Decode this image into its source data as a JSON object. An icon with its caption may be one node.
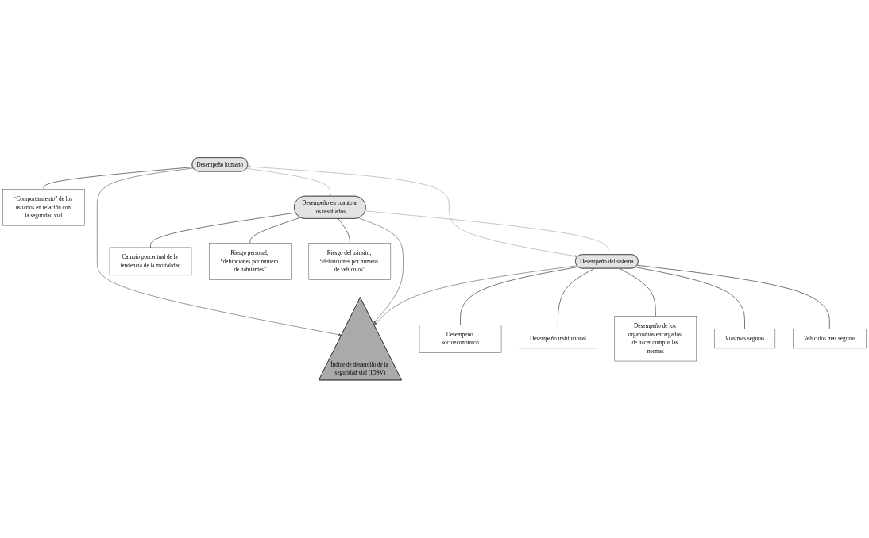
{
  "diagram": {
    "nodes": [
      {
        "text": [
          "Desempeño humano"
        ]
      },
      {
        "text": [
          "“Comportamiento” de los usuarios en relación con la seguridad vial"
        ]
      },
      {
        "text": [
          "Índice de desarrollo de la seguridad vial (IDSV)"
        ]
      },
      {
        "text": [
          "Desempeño socioeconómico"
        ]
      },
      {
        "text": [
          "Desempeño institucional"
        ]
      },
      {
        "text": [
          "Desempeño de los organismos encargados de hacer cumplir las normas"
        ]
      },
      {
        "text": [
          "Desempeño en cuanto a los resultados"
        ]
      },
      {
        "text": [
          "Desempeño del sistema"
        ]
      },
      {
        "text": [
          "Cambio porcentual de la tendencia de la mortalidad"
        ]
      },
      {
        "text": [
          "Riesgo personal, “defunciones por número de habitantes”"
        ]
      },
      {
        "text": [
          "Riesgo del tránsito, “defunciones por número de vehículos”"
        ]
      },
      {
        "text": [
          "Vías más seguras"
        ]
      },
      {
        "text": [
          "Vehículos más seguros"
        ]
      }
    ],
    "edges": [
      {
        "from": 0,
        "to": 1,
        "arrow": "none"
      },
      {
        "from": 0,
        "to": 2,
        "arrow": "to",
        "color": "#666666"
      },
      {
        "from": 0,
        "to": 6,
        "arrow": "to",
        "color": "#aaaaaa"
      },
      {
        "from": 0,
        "to": 7,
        "arrow": "both",
        "color": "#aaaaaa"
      },
      {
        "from": 6,
        "to": 7,
        "arrow": "none",
        "color": "#aaaaaa"
      },
      {
        "from": 6,
        "to": 2,
        "arrow": "to",
        "color": "#666666"
      },
      {
        "from": 7,
        "to": 2,
        "arrow": "to",
        "color": "#666666"
      },
      {
        "from": 7,
        "to": 3,
        "arrow": "none"
      },
      {
        "from": 7,
        "to": 4,
        "arrow": "none"
      },
      {
        "from": 7,
        "to": 5,
        "arrow": "none"
      },
      {
        "from": 6,
        "to": 8,
        "arrow": "none"
      },
      {
        "from": 6,
        "to": 9,
        "arrow": "none"
      },
      {
        "from": 6,
        "to": 10,
        "arrow": "none"
      },
      {
        "from": 7,
        "to": 11,
        "arrow": "none"
      },
      {
        "from": 7,
        "to": 12,
        "arrow": "none"
      }
    ]
  }
}
